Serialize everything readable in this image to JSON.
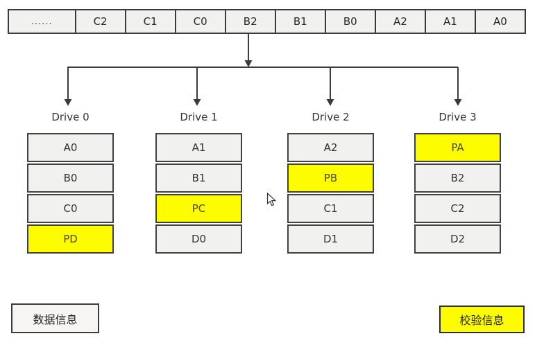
{
  "colors": {
    "parity_yellow": "#ffff00",
    "data_block_gray": "#f1f1ef",
    "line_dark": "#3b3b3b",
    "background": "#ffffff"
  },
  "stripe_bar": {
    "cells": [
      "......",
      "C2",
      "C1",
      "C0",
      "B2",
      "B1",
      "B0",
      "A2",
      "A1",
      "A0"
    ]
  },
  "drives": [
    {
      "label": "Drive 0",
      "blocks": [
        {
          "text": "A0",
          "type": "data"
        },
        {
          "text": "B0",
          "type": "data"
        },
        {
          "text": "C0",
          "type": "data"
        },
        {
          "text": "PD",
          "type": "parity"
        }
      ]
    },
    {
      "label": "Drive 1",
      "blocks": [
        {
          "text": "A1",
          "type": "data"
        },
        {
          "text": "B1",
          "type": "data"
        },
        {
          "text": "PC",
          "type": "parity"
        },
        {
          "text": "D0",
          "type": "data"
        }
      ]
    },
    {
      "label": "Drive 2",
      "blocks": [
        {
          "text": "A2",
          "type": "data"
        },
        {
          "text": "PB",
          "type": "parity"
        },
        {
          "text": "C1",
          "type": "data"
        },
        {
          "text": "D1",
          "type": "data"
        }
      ]
    },
    {
      "label": "Drive 3",
      "blocks": [
        {
          "text": "PA",
          "type": "parity"
        },
        {
          "text": "B2",
          "type": "data"
        },
        {
          "text": "C2",
          "type": "data"
        },
        {
          "text": "D2",
          "type": "data"
        }
      ]
    }
  ],
  "legend": {
    "data_label": "数据信息",
    "parity_label": "校验信息"
  }
}
